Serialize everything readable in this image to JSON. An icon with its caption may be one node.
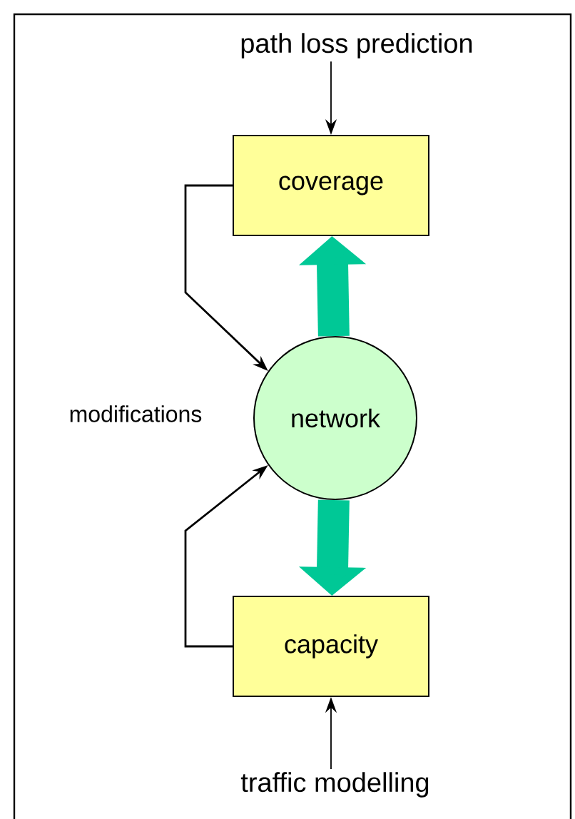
{
  "diagram": {
    "nodes": [
      {
        "text": [
          "path loss prediction"
        ]
      },
      {
        "text": [
          "coverage"
        ]
      },
      {
        "text": [
          "network"
        ]
      },
      {
        "text": [
          "capacity"
        ]
      },
      {
        "text": [
          "traffic modelling"
        ]
      }
    ],
    "edges": [
      {
        "from": 0,
        "to": 1,
        "arrow": "to"
      },
      {
        "from": 2,
        "to": 1,
        "arrow": "to",
        "style": "thick",
        "color": "#00c896"
      },
      {
        "from": 1,
        "to": 2,
        "arrow": "to"
      },
      {
        "from": 3,
        "to": 2,
        "arrow": "to"
      },
      {
        "from": 2,
        "to": 3,
        "arrow": "to",
        "style": "thick",
        "color": "#00c896"
      },
      {
        "from": 4,
        "to": 3,
        "arrow": "to"
      }
    ],
    "labels": [
      "modifications"
    ]
  }
}
